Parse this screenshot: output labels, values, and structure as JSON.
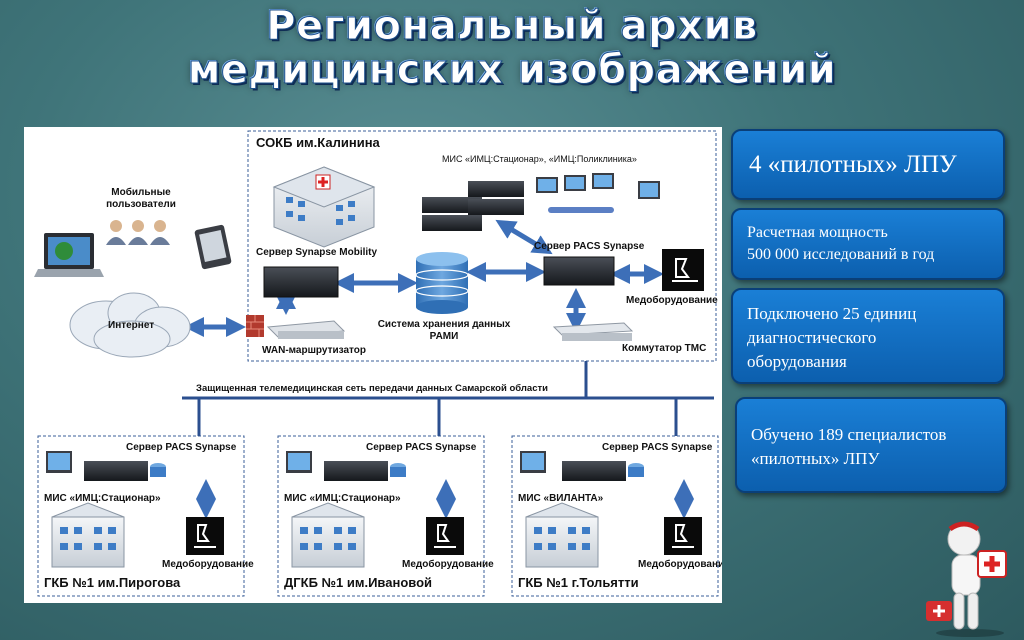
{
  "title": {
    "line1": "Региональный архив",
    "line2": "медицинских изображений"
  },
  "diagram": {
    "main_hospital": "СОКБ им.Калинина",
    "mis_main": "МИС «ИМЦ:Стационар», «ИМЦ:Поликлиника»",
    "mobile_users_1": "Мобильные",
    "mobile_users_2": "пользователи",
    "internet": "Интернет",
    "synapse_mobility": "Сервер Synapse Mobility",
    "wan_router": "WAN-маршрутизатор",
    "storage_1": "Система хранения данных",
    "storage_2": "PAMИ",
    "pacs_server": "Сервер PACS Synapse",
    "medical_equipment": "Медоборудование",
    "tms_switch": "Коммутатор ТМС",
    "network": "Защищенная телемедицинская сеть передачи данных Самарской области",
    "branches": [
      {
        "server": "Сервер PACS Synapse",
        "mis": "МИС «ИМЦ:Стационар»",
        "equipment": "Медоборудование",
        "name": "ГКБ №1 им.Пирогова"
      },
      {
        "server": "Сервер PACS Synapse",
        "mis": "МИС «ИМЦ:Стационар»",
        "equipment": "Медоборудование",
        "name": "ДГКБ №1 им.Ивановой"
      },
      {
        "server": "Сервер PACS Synapse",
        "mis": "МИС «ВИЛАНТА»",
        "equipment": "Медоборудование",
        "name": "ГКБ №1 г.Тольятти"
      }
    ]
  },
  "info": {
    "box1": "4 «пилотных» ЛПУ",
    "box2_l1": "Расчетная мощность",
    "box2_l2": "500 000 исследований в год",
    "box3_l1": "Подключено 25 единиц",
    "box3_l2": "диагностического",
    "box3_l3": "оборудования",
    "box4_l1": "Обучено 189 специалистов",
    "box4_l2": "«пилотных» ЛПУ"
  },
  "colors": {
    "accent": "#1a7fd6",
    "arrow": "#3d6fb8",
    "network_line": "#2b4f8f",
    "background": "#3f7479"
  }
}
